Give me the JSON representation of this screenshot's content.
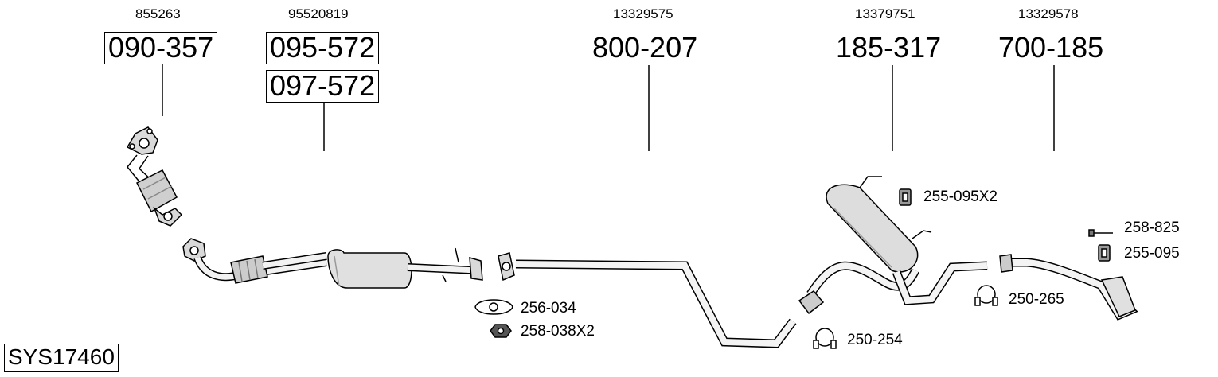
{
  "oem_numbers": {
    "p1": "855263",
    "p2": "95520819",
    "p3": "13329575",
    "p4": "13379751",
    "p5": "13329578"
  },
  "part_numbers": {
    "p1": "090-357",
    "p2a": "095-572",
    "p2b": "097-572",
    "p3": "800-207",
    "p4": "185-317",
    "p5": "700-185"
  },
  "accessories": {
    "gasket": "256-034",
    "nut": "258-038X2",
    "rubber_hanger_a": "255-095X2",
    "bolt": "258-825",
    "rubber_hanger_b": "255-095",
    "clamp_a": "250-265",
    "clamp_b": "250-254"
  },
  "system_id": "SYS17460"
}
